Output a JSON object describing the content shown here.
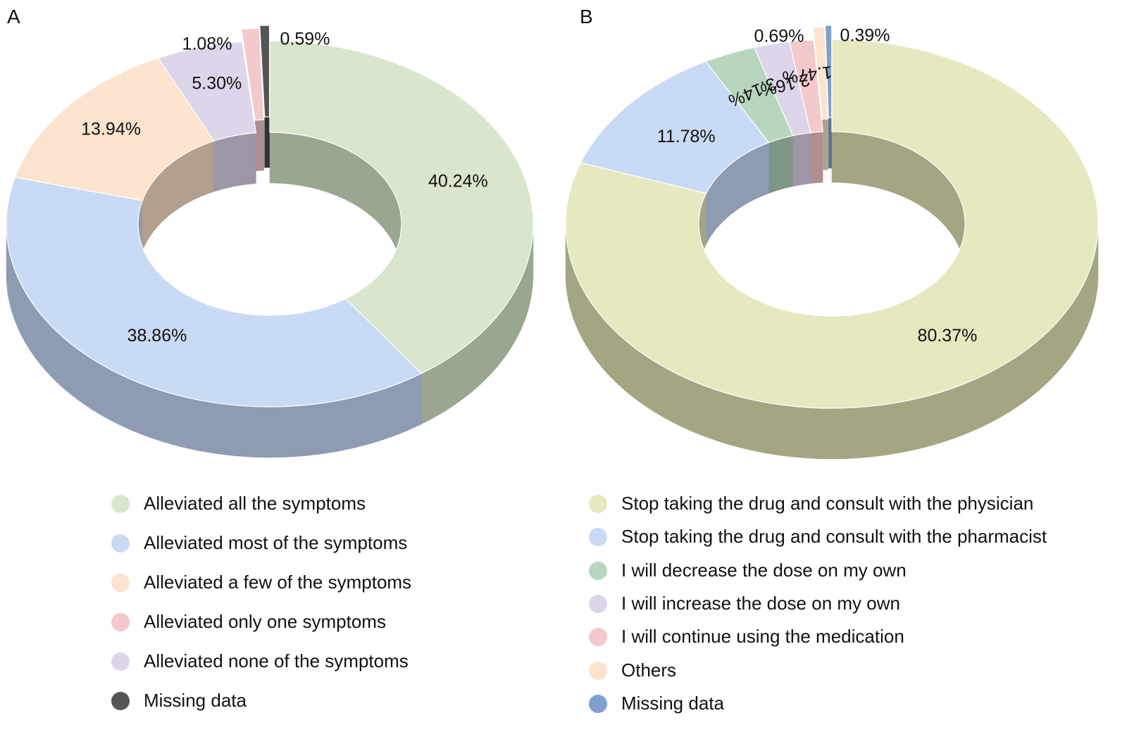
{
  "chart_data": [
    {
      "type": "pie",
      "panel": "A",
      "slices": [
        {
          "label": "Alleviated all the symptoms",
          "value": 40.24,
          "value_label": "40.24%",
          "color": "#d9e5cc",
          "side_color": "#9aa68f"
        },
        {
          "label": "Alleviated most of the symptoms",
          "value": 38.86,
          "value_label": "38.86%",
          "color": "#c9daf5",
          "side_color": "#8d9bb3"
        },
        {
          "label": "Alleviated a few of the symptoms",
          "value": 13.94,
          "value_label": "13.94%",
          "color": "#fbe3cd",
          "side_color": "#b39f8e"
        },
        {
          "label": "Alleviated none of the symptoms",
          "value": 5.3,
          "value_label": "5.30%",
          "color": "#ddd6ea",
          "side_color": "#9c96a6"
        },
        {
          "label": "Alleviated only one symptoms",
          "value": 1.08,
          "value_label": "1.08%",
          "color": "#f3c9cc",
          "side_color": "#ae8e90"
        },
        {
          "label": "Missing data",
          "value": 0.59,
          "value_label": "0.59%",
          "color": "#555555",
          "side_color": "#333333"
        }
      ],
      "legend": [
        {
          "label": "Alleviated all the symptoms",
          "color": "#d9e5cc"
        },
        {
          "label": "Alleviated most of the symptoms",
          "color": "#c9daf5"
        },
        {
          "label": "Alleviated a few of the symptoms",
          "color": "#fbe3cd"
        },
        {
          "label": "Alleviated only one symptoms",
          "color": "#f3c9cc"
        },
        {
          "label": "Alleviated none of the symptoms",
          "color": "#ddd6ea"
        },
        {
          "label": "Missing data",
          "color": "#555555"
        }
      ]
    },
    {
      "type": "pie",
      "panel": "B",
      "slices": [
        {
          "label": "Stop taking the drug and consult with the physician",
          "value": 80.37,
          "value_label": "80.37%",
          "color": "#e6e8c0",
          "side_color": "#a3a583"
        },
        {
          "label": "Stop taking the drug and consult with the pharmacist",
          "value": 11.78,
          "value_label": "11.78%",
          "color": "#c9daf5",
          "side_color": "#8d9bb3"
        },
        {
          "label": "I will decrease the dose on my own",
          "value": 3.14,
          "value_label": "3.14%",
          "color": "#b8d6bf",
          "side_color": "#7e9685"
        },
        {
          "label": "I will increase the dose on my own",
          "value": 2.16,
          "value_label": "2.16%",
          "color": "#ddd6ea",
          "side_color": "#9c96a6"
        },
        {
          "label": "I will continue using the medication",
          "value": 1.47,
          "value_label": "1.47%",
          "color": "#f3c9cc",
          "side_color": "#ae8e90"
        },
        {
          "label": "Others",
          "value": 0.69,
          "value_label": "0.69%",
          "color": "#fbe3cd",
          "side_color": "#b39f8e"
        },
        {
          "label": "Missing data",
          "value": 0.39,
          "value_label": "0.39%",
          "color": "#7f9fcf",
          "side_color": "#5c7396"
        }
      ],
      "legend": [
        {
          "label": "Stop taking the drug and consult with the physician",
          "color": "#e6e8c0"
        },
        {
          "label": "Stop taking the drug and consult with the pharmacist",
          "color": "#c9daf5"
        },
        {
          "label": "I will decrease the dose on my own",
          "color": "#b8d6bf"
        },
        {
          "label": "I will increase the dose on my own",
          "color": "#ddd6ea"
        },
        {
          "label": "I will continue using the medication",
          "color": "#f3c9cc"
        },
        {
          "label": "Others",
          "color": "#fbe3cd"
        },
        {
          "label": "Missing data",
          "color": "#7f9fcf"
        }
      ]
    }
  ]
}
